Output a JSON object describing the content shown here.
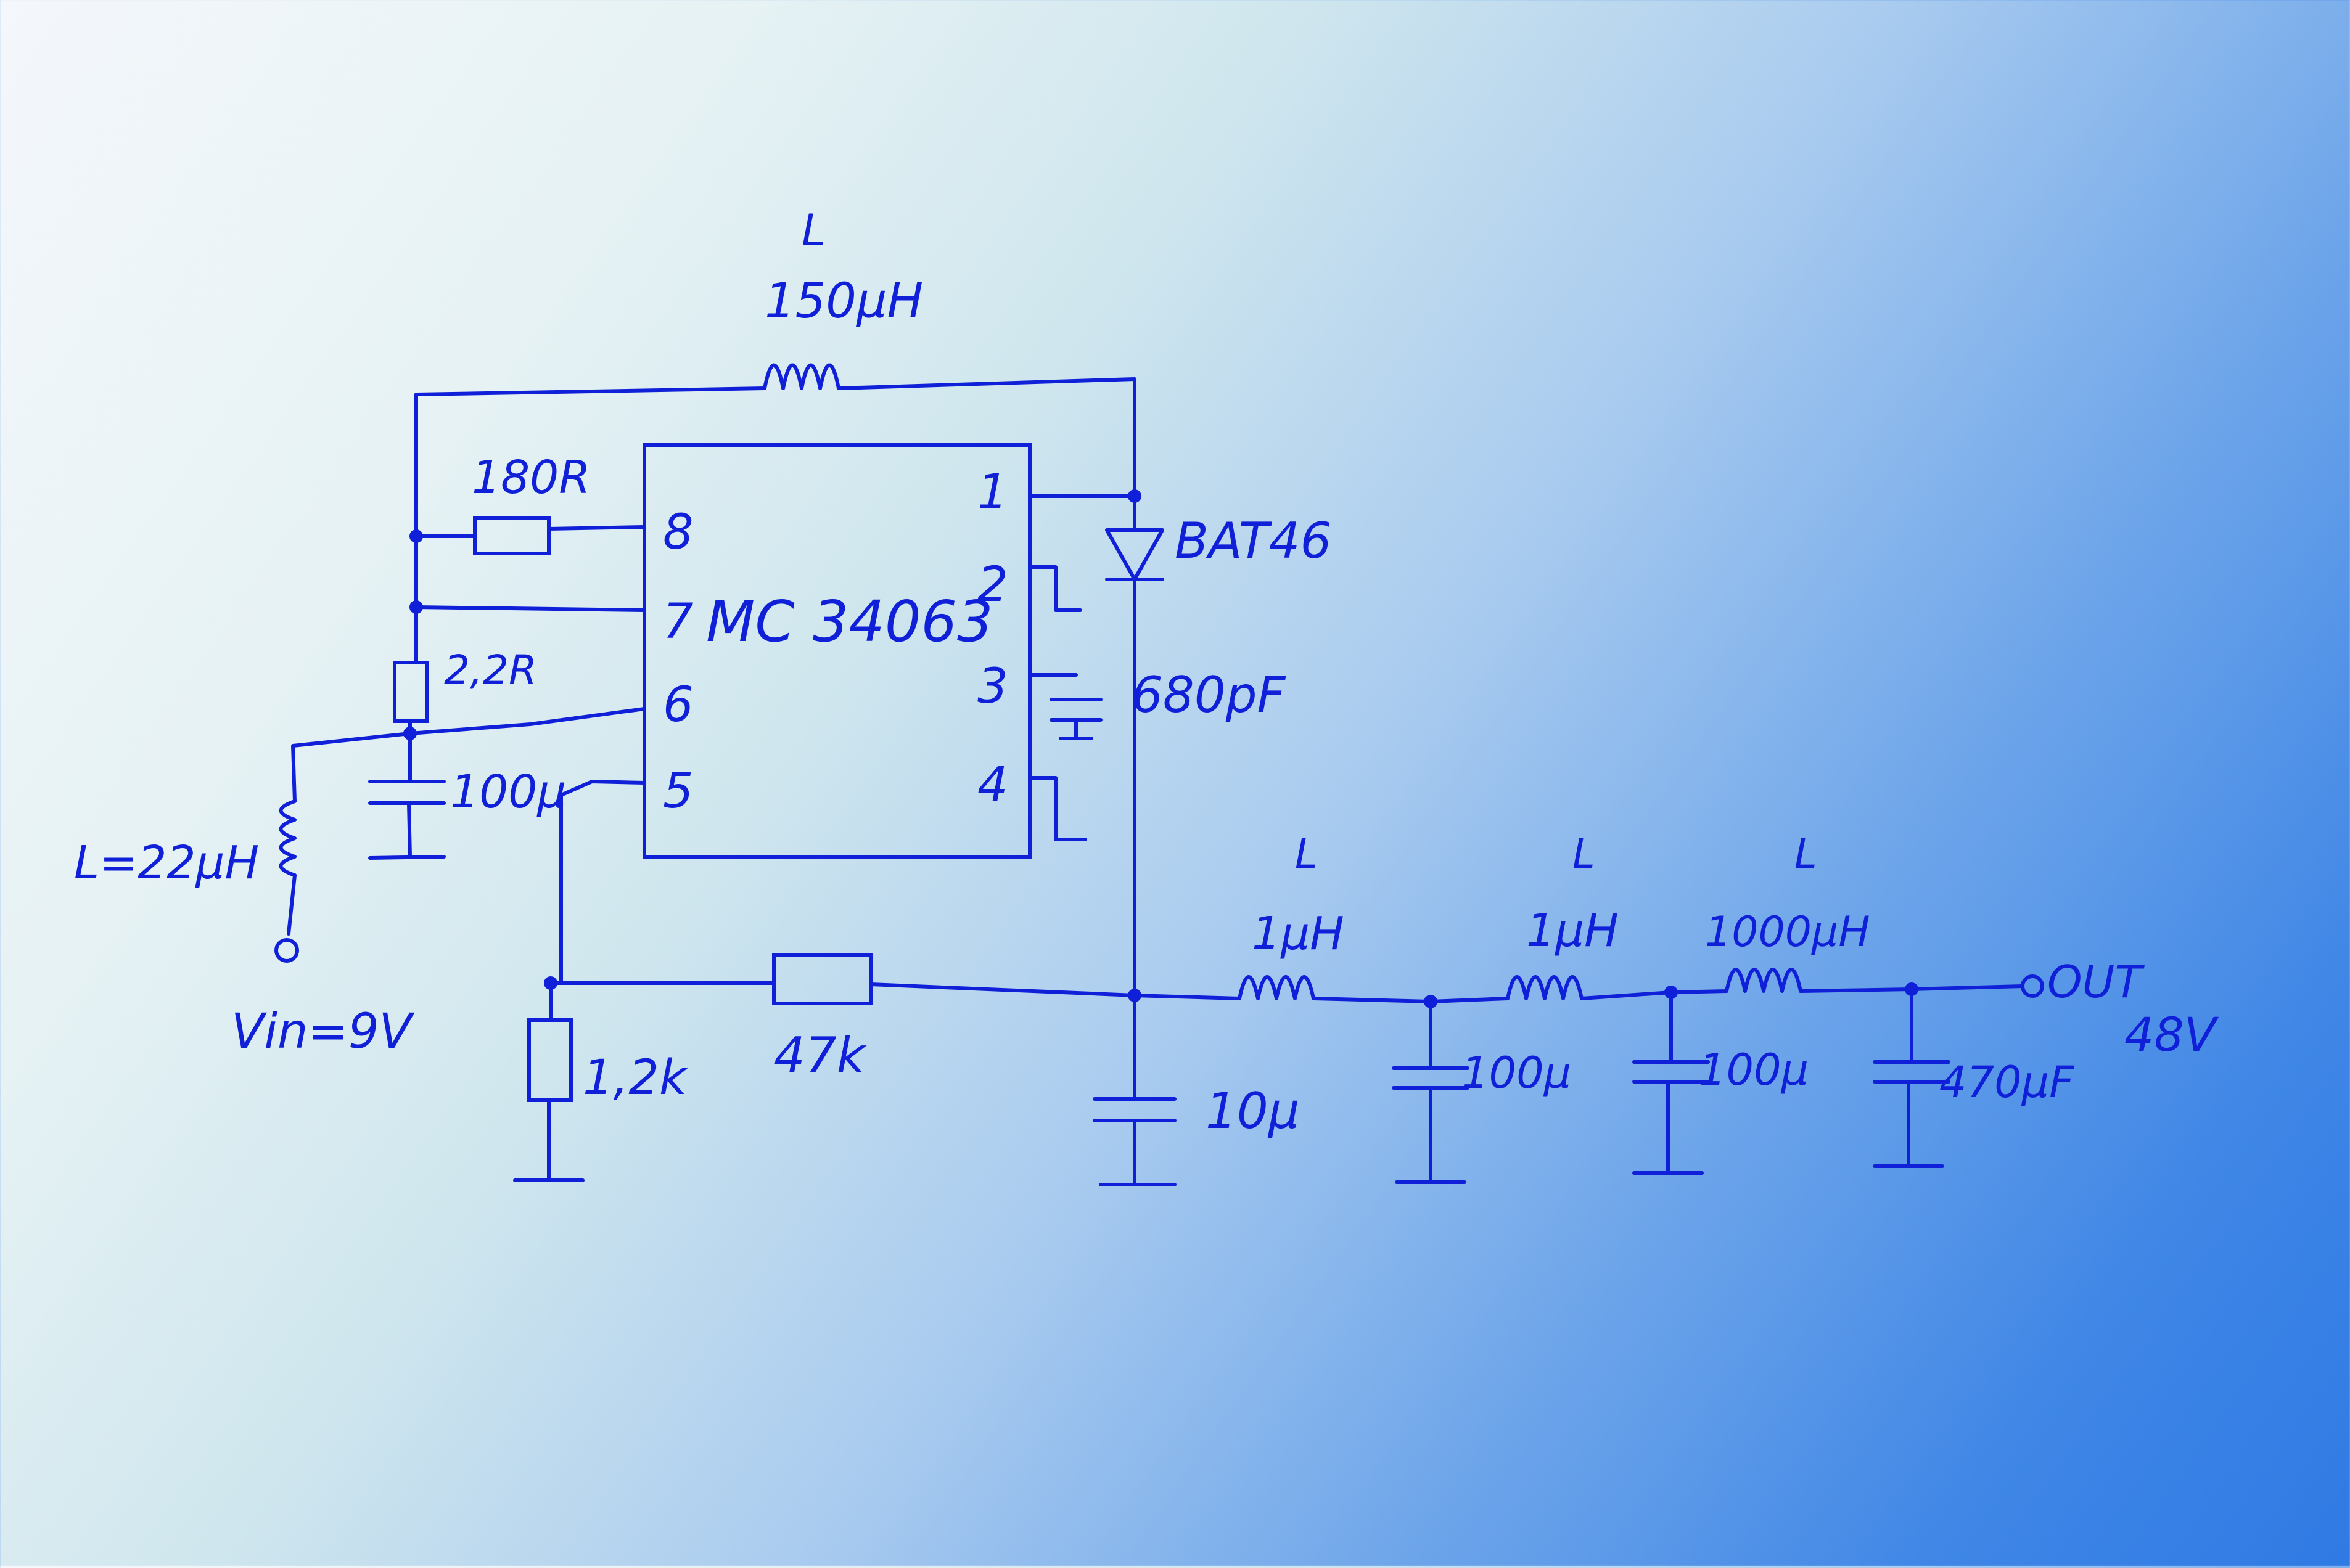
{
  "ic": {
    "name": "MC 34063",
    "pins": {
      "p1": "1",
      "p2": "2",
      "p3": "3",
      "p4": "4",
      "p5": "5",
      "p6": "6",
      "p7": "7",
      "p8": "8"
    }
  },
  "labels": {
    "l_top_letter": "L",
    "l_top_value": "150µH",
    "r_180": "180R",
    "r_22": "2,2R",
    "c_in": "100µ",
    "l_in": "L=22µH",
    "vin": "Vin=9V",
    "diode": "BAT46",
    "c_timing": "680pF",
    "r_12k": "1,2k",
    "r_47k": "47k",
    "c_out1": "10µ",
    "l1_letter": "L",
    "l1_value": "1µH",
    "c_out2": "100µ",
    "l2_letter": "L",
    "l2_value": "1µH",
    "c_out3": "100µ",
    "l3_letter": "L",
    "l3_value": "1000µH",
    "c_out4": "470µF",
    "out_label": "OUT",
    "out_voltage": "48V"
  },
  "colors": {
    "ink": "#1020d8"
  }
}
